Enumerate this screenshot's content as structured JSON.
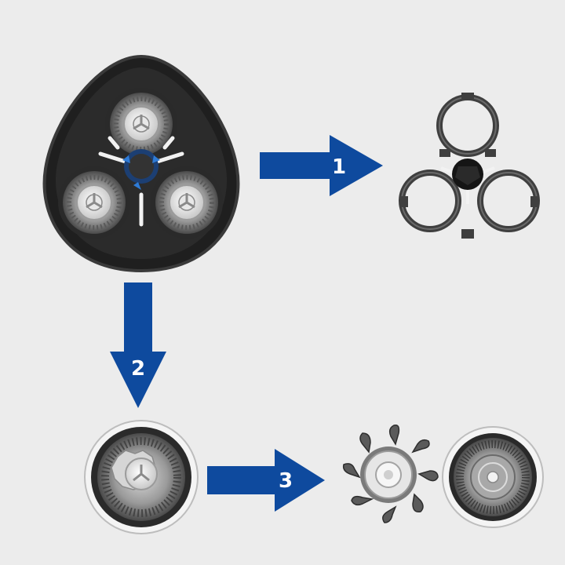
{
  "colors": {
    "background": "#ececec",
    "arrow": "#0e4a9e",
    "housing": "#1f1f1f",
    "frame": "#3f3f3f",
    "steel": "#8c8c8c",
    "accent": "#2f7bd6"
  },
  "steps": [
    {
      "number": "1"
    },
    {
      "number": "2"
    },
    {
      "number": "3"
    }
  ],
  "icons": {
    "shaver_head": "shaving-head-icon",
    "retaining_frame": "retaining-frame-icon",
    "shaving_unit": "shaving-unit-icon",
    "cutter": "cutter-icon",
    "guard": "guard-icon"
  }
}
